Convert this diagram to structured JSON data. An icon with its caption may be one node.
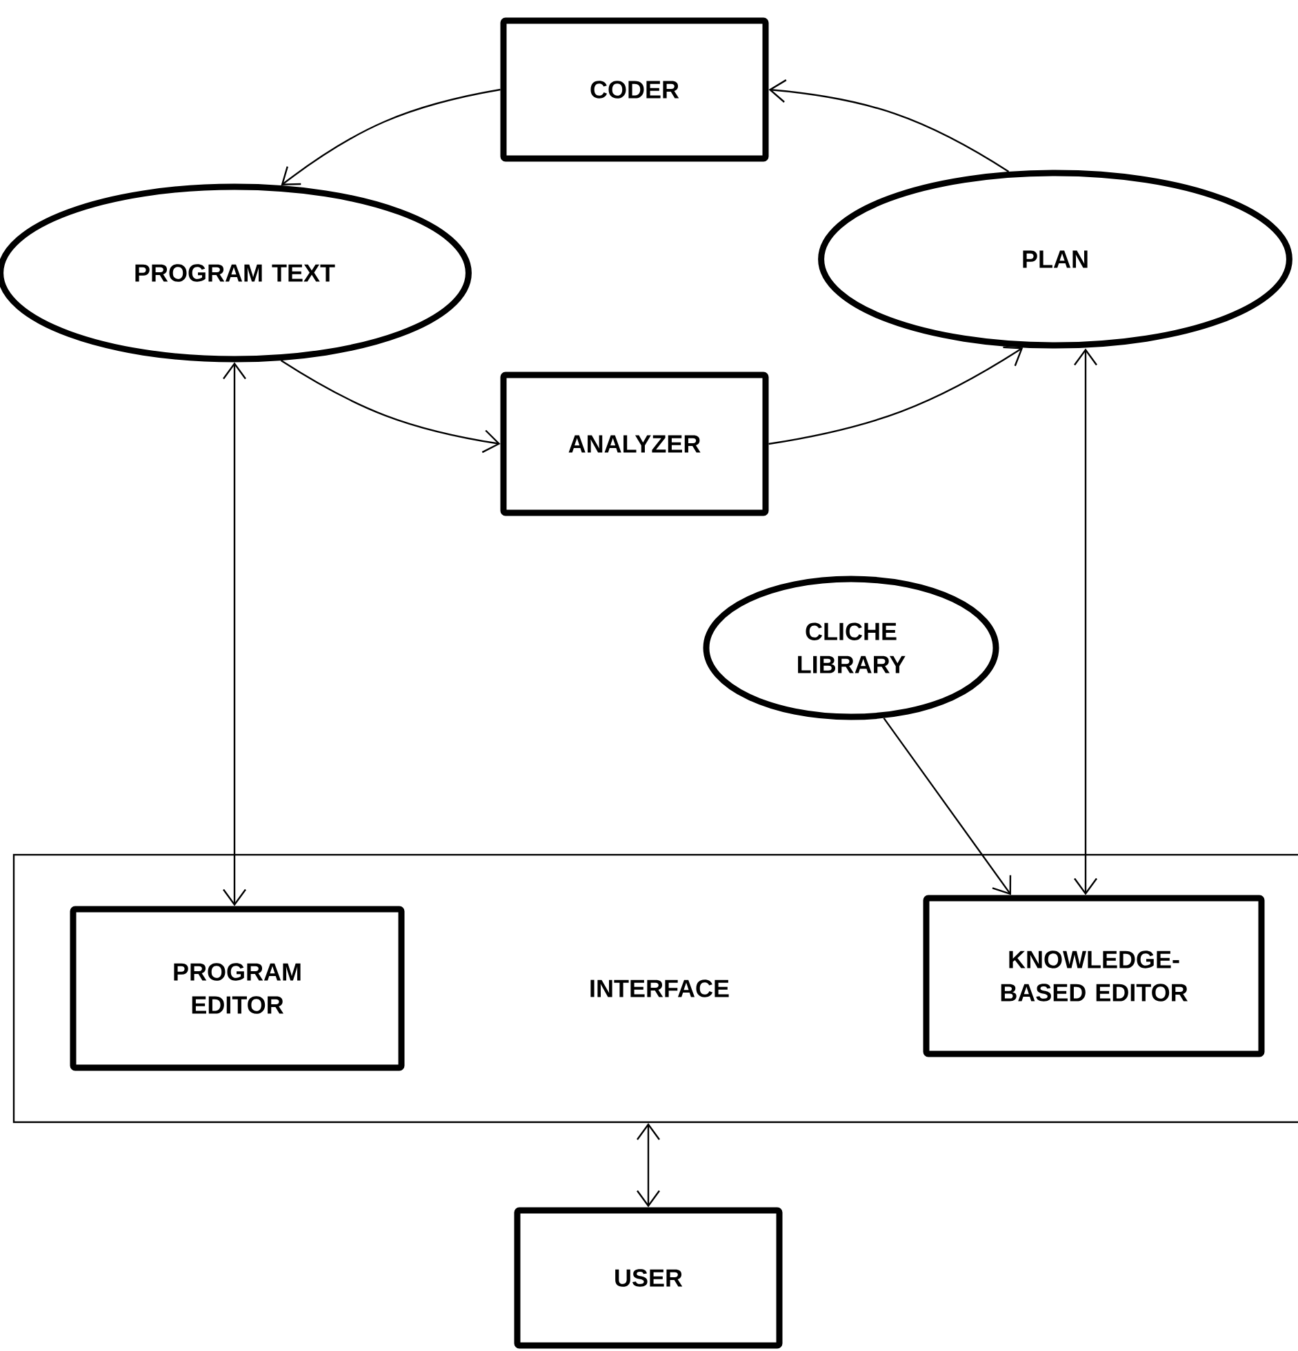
{
  "diagram": {
    "nodes": [
      {
        "text": [
          "CODER"
        ]
      },
      {
        "text": [
          "PROGRAM TEXT"
        ]
      },
      {
        "text": [
          "PLAN"
        ]
      },
      {
        "text": [
          "ANALYZER"
        ]
      },
      {
        "text": [
          "CLICHE LIBRARY"
        ]
      },
      {
        "text": [
          "INTERFACE"
        ]
      },
      {
        "text": [
          "PROGRAM EDITOR"
        ],
        "in": 5
      },
      {
        "text": [
          "KNOWLEDGE- BASED EDITOR"
        ],
        "in": 5
      },
      {
        "text": [
          "USER"
        ]
      }
    ],
    "edges": [
      {
        "from": 2,
        "to": 0,
        "arrow": "to"
      },
      {
        "from": 0,
        "to": 1,
        "arrow": "to"
      },
      {
        "from": 1,
        "to": 3,
        "arrow": "to"
      },
      {
        "from": 3,
        "to": 2,
        "arrow": "to"
      },
      {
        "from": 1,
        "to": 6,
        "arrow": "both"
      },
      {
        "from": 2,
        "to": 7,
        "arrow": "both"
      },
      {
        "from": 4,
        "to": 7,
        "arrow": "to"
      },
      {
        "from": 5,
        "to": 8,
        "arrow": "both"
      }
    ]
  }
}
